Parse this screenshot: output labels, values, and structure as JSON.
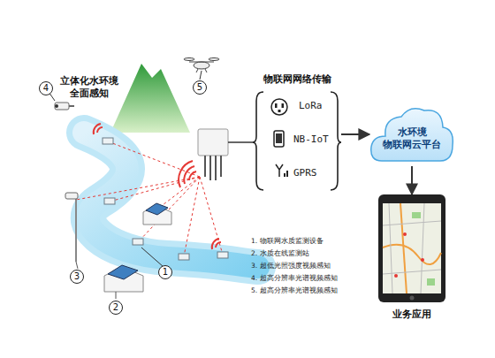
{
  "diagram": {
    "nodes": [
      {
        "text": [
          "物联网网络传输"
        ]
      },
      {
        "text": [
          "LoRa"
        ],
        "in": 0
      },
      {
        "text": [
          "NB-IoT"
        ],
        "in": 0
      },
      {
        "text": [
          "GPRS"
        ],
        "in": 0
      },
      {
        "text": [
          "水环境 物联网云平台"
        ]
      },
      {
        "text": [
          "业务应用"
        ]
      }
    ],
    "edges": [
      {
        "from": 0,
        "to": 4,
        "arrow": "to"
      },
      {
        "from": 4,
        "to": 5,
        "arrow": "to"
      }
    ],
    "labels": [
      "立体化水环境 全面感知",
      "4",
      "5",
      "3",
      "2",
      "1",
      "1. 物联网水质监测设备",
      "2. 水质在线监测站",
      "3. 超低光照强度视频感知",
      "4. 超高分辨率光谱视频感知",
      "5. 超高分辨率光谱视频感知"
    ]
  }
}
